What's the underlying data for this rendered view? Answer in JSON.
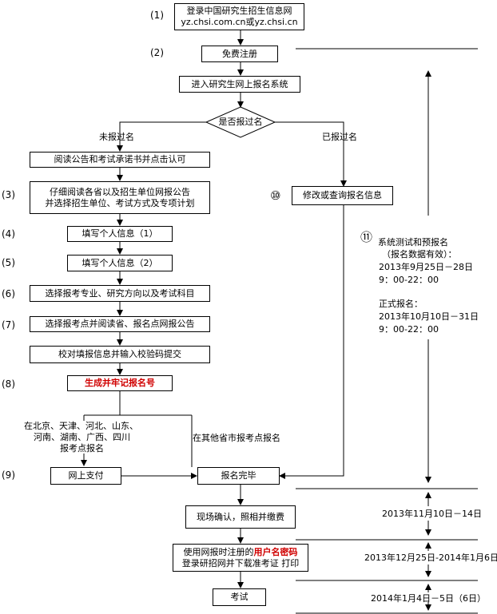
{
  "steps": {
    "s1": "(1)",
    "s2": "(2)",
    "s3": "(3)",
    "s4": "(4)",
    "s5": "(5)",
    "s6": "(6)",
    "s7": "(7)",
    "s8": "(8)",
    "s9": "(9)",
    "s10": "⑩",
    "s11": "⑪"
  },
  "boxes": {
    "login_line1": "登录中国研究生招生信息网",
    "login_line2": "yz.chsi.com.cn或yz.chsi.cn",
    "register": "免费注册",
    "enter_system": "进入研究生网上报名系统",
    "decision": "是否报过名",
    "read_notice": "阅读公告和考试承诺书并点击认可",
    "read_province_1": "仔细阅读各省以及招生单位网报公告",
    "read_province_2": "并选择招生单位、考试方式及专项计划",
    "fill_info_1": "填写个人信息（1）",
    "fill_info_2": "填写个人信息（2）",
    "select_major": "选择报考专业、研究方向以及考试科目",
    "select_site": "选择报考点并阅读省、报名点网报公告",
    "verify": "校对填报信息并输入校验码提交",
    "generate": "生成并牢记报名号",
    "modify": "修改或查询报名信息",
    "pay": "网上支付",
    "complete": "报名完毕",
    "confirm": "现场确认，照相并缴费",
    "print_line1_pre": "使用网报时注册的",
    "print_line1_red": "用户名密码",
    "print_line2": "登录研招网并下载准考证 打印",
    "exam": "考试"
  },
  "labels": {
    "not_registered": "未报过名",
    "registered": "已报过名",
    "provinces_1": "在北京、天津、河北、山东、",
    "provinces_2": "河南、湖南、广西、四川",
    "provinces_3": "报考点报名",
    "other_provinces": "在其他省市报考点报名"
  },
  "timeline": {
    "test_title": "系统测试和预报名",
    "test_note": "（报名数据有效）：",
    "test_dates": "2013年9月25日－28日",
    "test_hours": "9：00-22：00",
    "formal_title": "正式报名：",
    "formal_dates": "2013年10月10日－31日",
    "formal_hours": "9：00-22：00",
    "confirm_dates": "2013年11月10日－14日",
    "print_dates": "2013年12月25日-2014年1月6日",
    "exam_dates": "2014年1月4日－5日（6日）"
  }
}
